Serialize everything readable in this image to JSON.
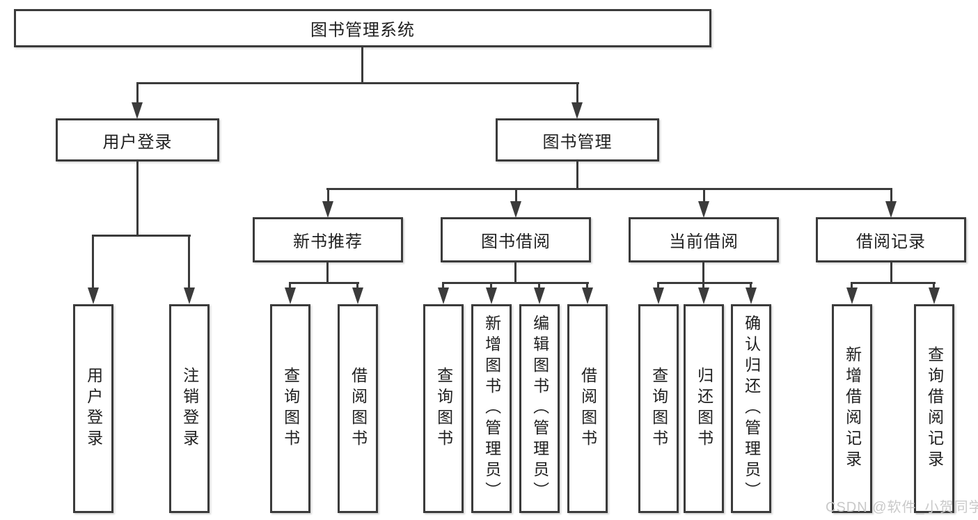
{
  "diagram": {
    "root": "图书管理系统",
    "level2": [
      "用户登录",
      "图书管理"
    ],
    "level3": [
      "新书推荐",
      "图书借阅",
      "当前借阅",
      "借阅记录"
    ],
    "leaves_login": [
      "用户登录",
      "注销登录"
    ],
    "leaves_newbook": [
      "查询图书",
      "借阅图书"
    ],
    "leaves_bookborrow": [
      "查询图书",
      "新增图书（管理员）",
      "编辑图书（管理员）",
      "借阅图书"
    ],
    "leaves_current": [
      "查询图书",
      "归还图书",
      "确认归还（管理员）"
    ],
    "leaves_records": [
      "新增借阅记录",
      "查询借阅记录"
    ],
    "colors": {
      "line": "#3b3b3b",
      "text": "#1f1f1f",
      "background": "#ffffff",
      "watermark": "#c9c9c9"
    }
  },
  "watermark": "CSDN @软件_小贺同学"
}
